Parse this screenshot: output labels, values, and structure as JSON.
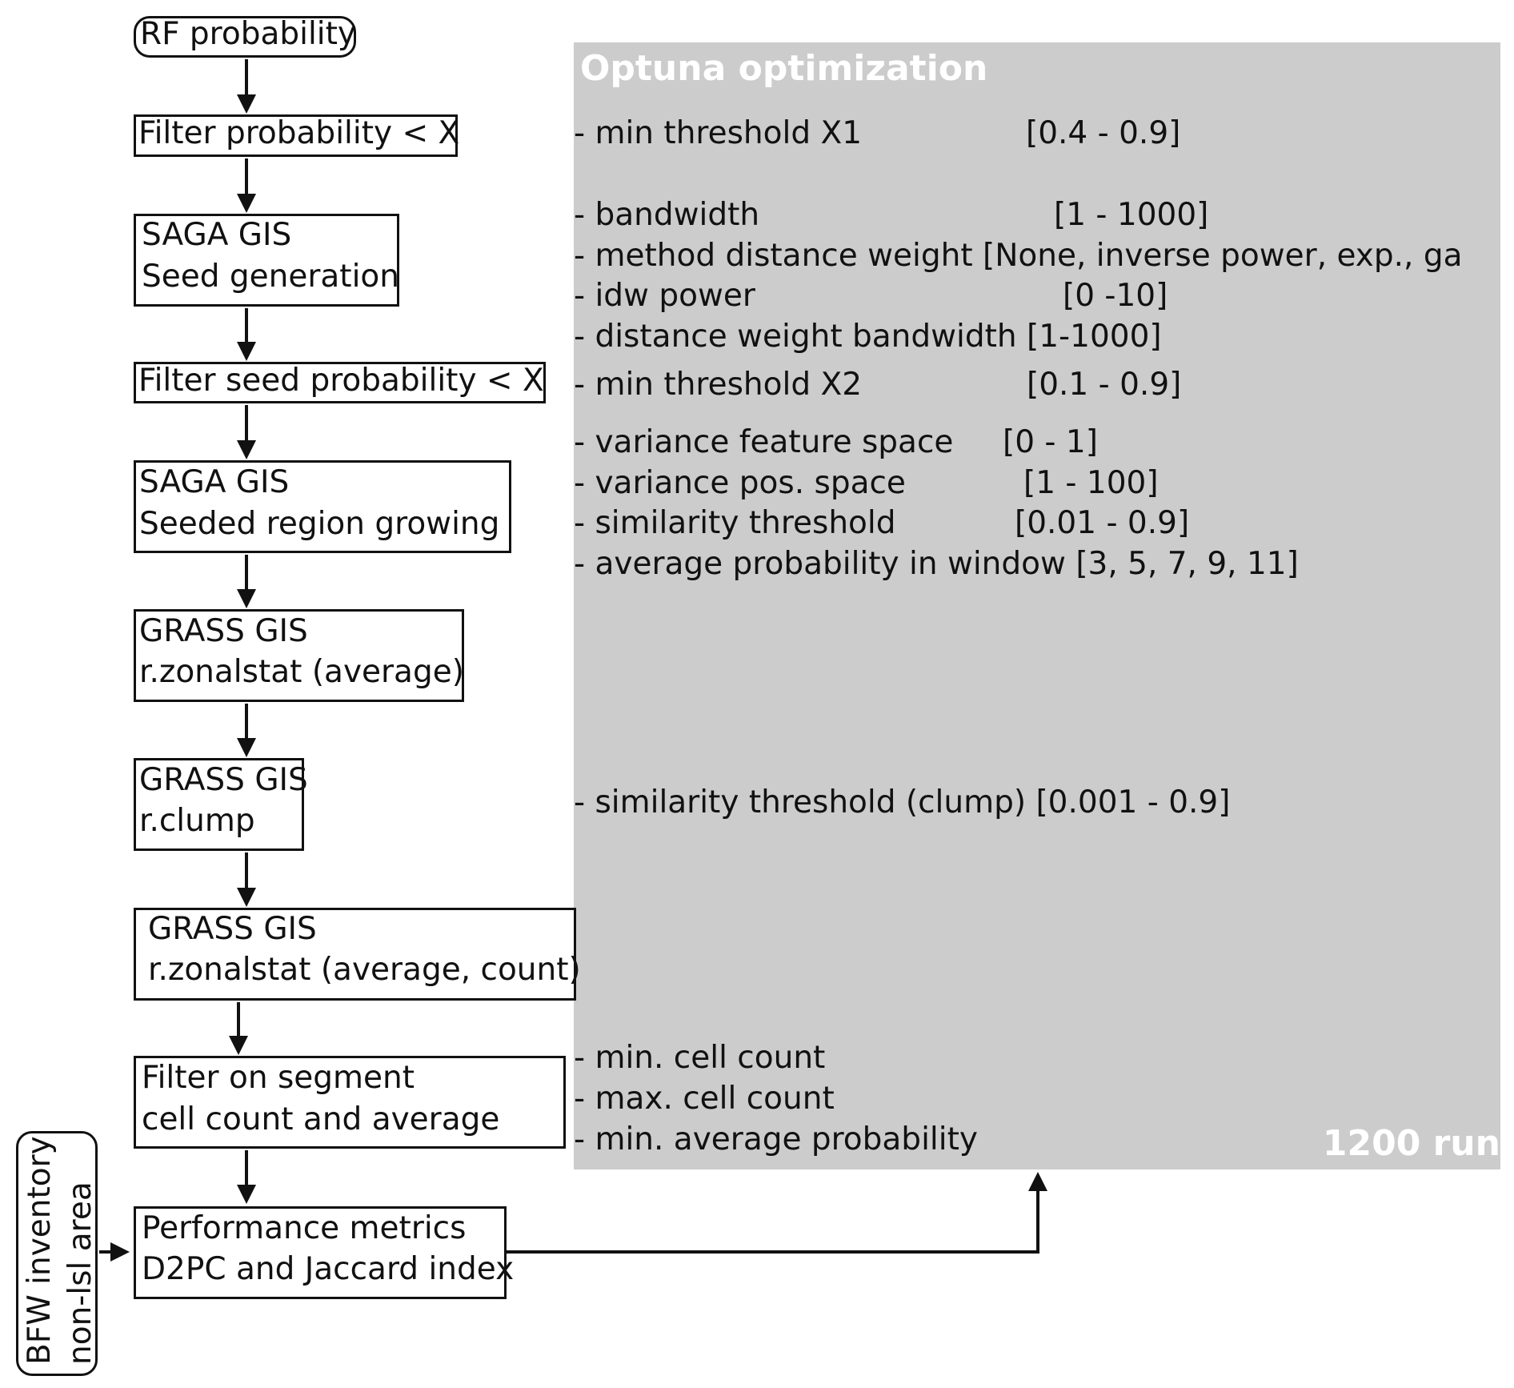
{
  "optuna": {
    "title": "Optuna optimization",
    "runs": "1200 run"
  },
  "steps": {
    "rf": "RF probability",
    "filter1": "Filter probability < X",
    "seedgen": [
      "SAGA GIS",
      "Seed generation"
    ],
    "filter2": "Filter seed probability < X",
    "srg": [
      "SAGA GIS",
      "Seeded region growing"
    ],
    "zonal1": [
      "GRASS GIS",
      "r.zonalstat (average)"
    ],
    "clump": [
      "GRASS GIS",
      "r.clump"
    ],
    "zonal2": [
      "GRASS GIS",
      "r.zonalstat (average, count)"
    ],
    "segfilter": [
      "Filter on segment",
      "cell count and average"
    ],
    "metrics": [
      "Performance metrics",
      "D2PC and Jaccard index"
    ],
    "bfw": [
      "BFW inventory",
      "non-lsl area"
    ]
  },
  "params": {
    "min_threshold_x1": {
      "label": "- min threshold X1",
      "range": "[0.4 - 0.9]"
    },
    "bandwidth": {
      "label": "- bandwidth",
      "range": "[1 - 1000]"
    },
    "method_distance_weight": {
      "label": "- method distance weight [None, inverse power, exp., ga"
    },
    "idw_power": {
      "label": "- idw power",
      "range": "[0 -10]"
    },
    "distance_weight_bandwidth": {
      "label": "- distance weight bandwidth [1-1000]"
    },
    "min_threshold_x2": {
      "label": "- min threshold X2",
      "range": "[0.1 - 0.9]"
    },
    "variance_feature_space": {
      "label": "- variance feature space",
      "range": "[0 - 1]"
    },
    "variance_pos_space": {
      "label": "- variance pos. space",
      "range": "[1 - 100]"
    },
    "similarity_threshold": {
      "label": "- similarity threshold",
      "range": "[0.01 - 0.9]"
    },
    "average_probability_window": {
      "label": "- average probability in window [3, 5, 7, 9, 11]"
    },
    "similarity_threshold_clump": {
      "label": "- similarity threshold (clump) [0.001 - 0.9]"
    },
    "min_cell_count": {
      "label": "- min. cell count"
    },
    "max_cell_count": {
      "label": "- max. cell count"
    },
    "min_average_probability": {
      "label": "- min. average probability"
    }
  },
  "colors": {
    "panel": "#cccccc",
    "panel_text": "#ffffff",
    "stroke": "#111111"
  }
}
